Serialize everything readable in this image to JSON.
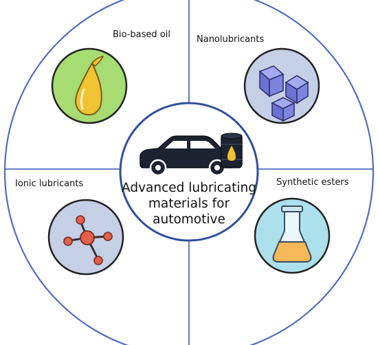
{
  "center": {
    "title_lines": [
      "Advanced lubricating",
      "materials for",
      "automotive"
    ]
  },
  "quadrants": [
    {
      "label": "Bio-based oil",
      "icon": "oil-drop-icon",
      "fill": "#a6dc72"
    },
    {
      "label": "Nanolubricants",
      "icon": "cubes-icon",
      "fill": "#c5cfe6"
    },
    {
      "label": "Ionic lubricants",
      "icon": "molecule-icon",
      "fill": "#c5cfe6"
    },
    {
      "label": "Synthetic esters",
      "icon": "flask-icon",
      "fill": "#ace0ec"
    }
  ],
  "colors": {
    "ring_stroke": "#4f6dbf",
    "center_stroke": "#2e4f9c",
    "oil_yellow": "#f1c232",
    "cube_purple": "#7d84e0",
    "molecule_red": "#e2614c",
    "flask_liquid": "#f6b858",
    "car_dark": "#1c2331"
  }
}
